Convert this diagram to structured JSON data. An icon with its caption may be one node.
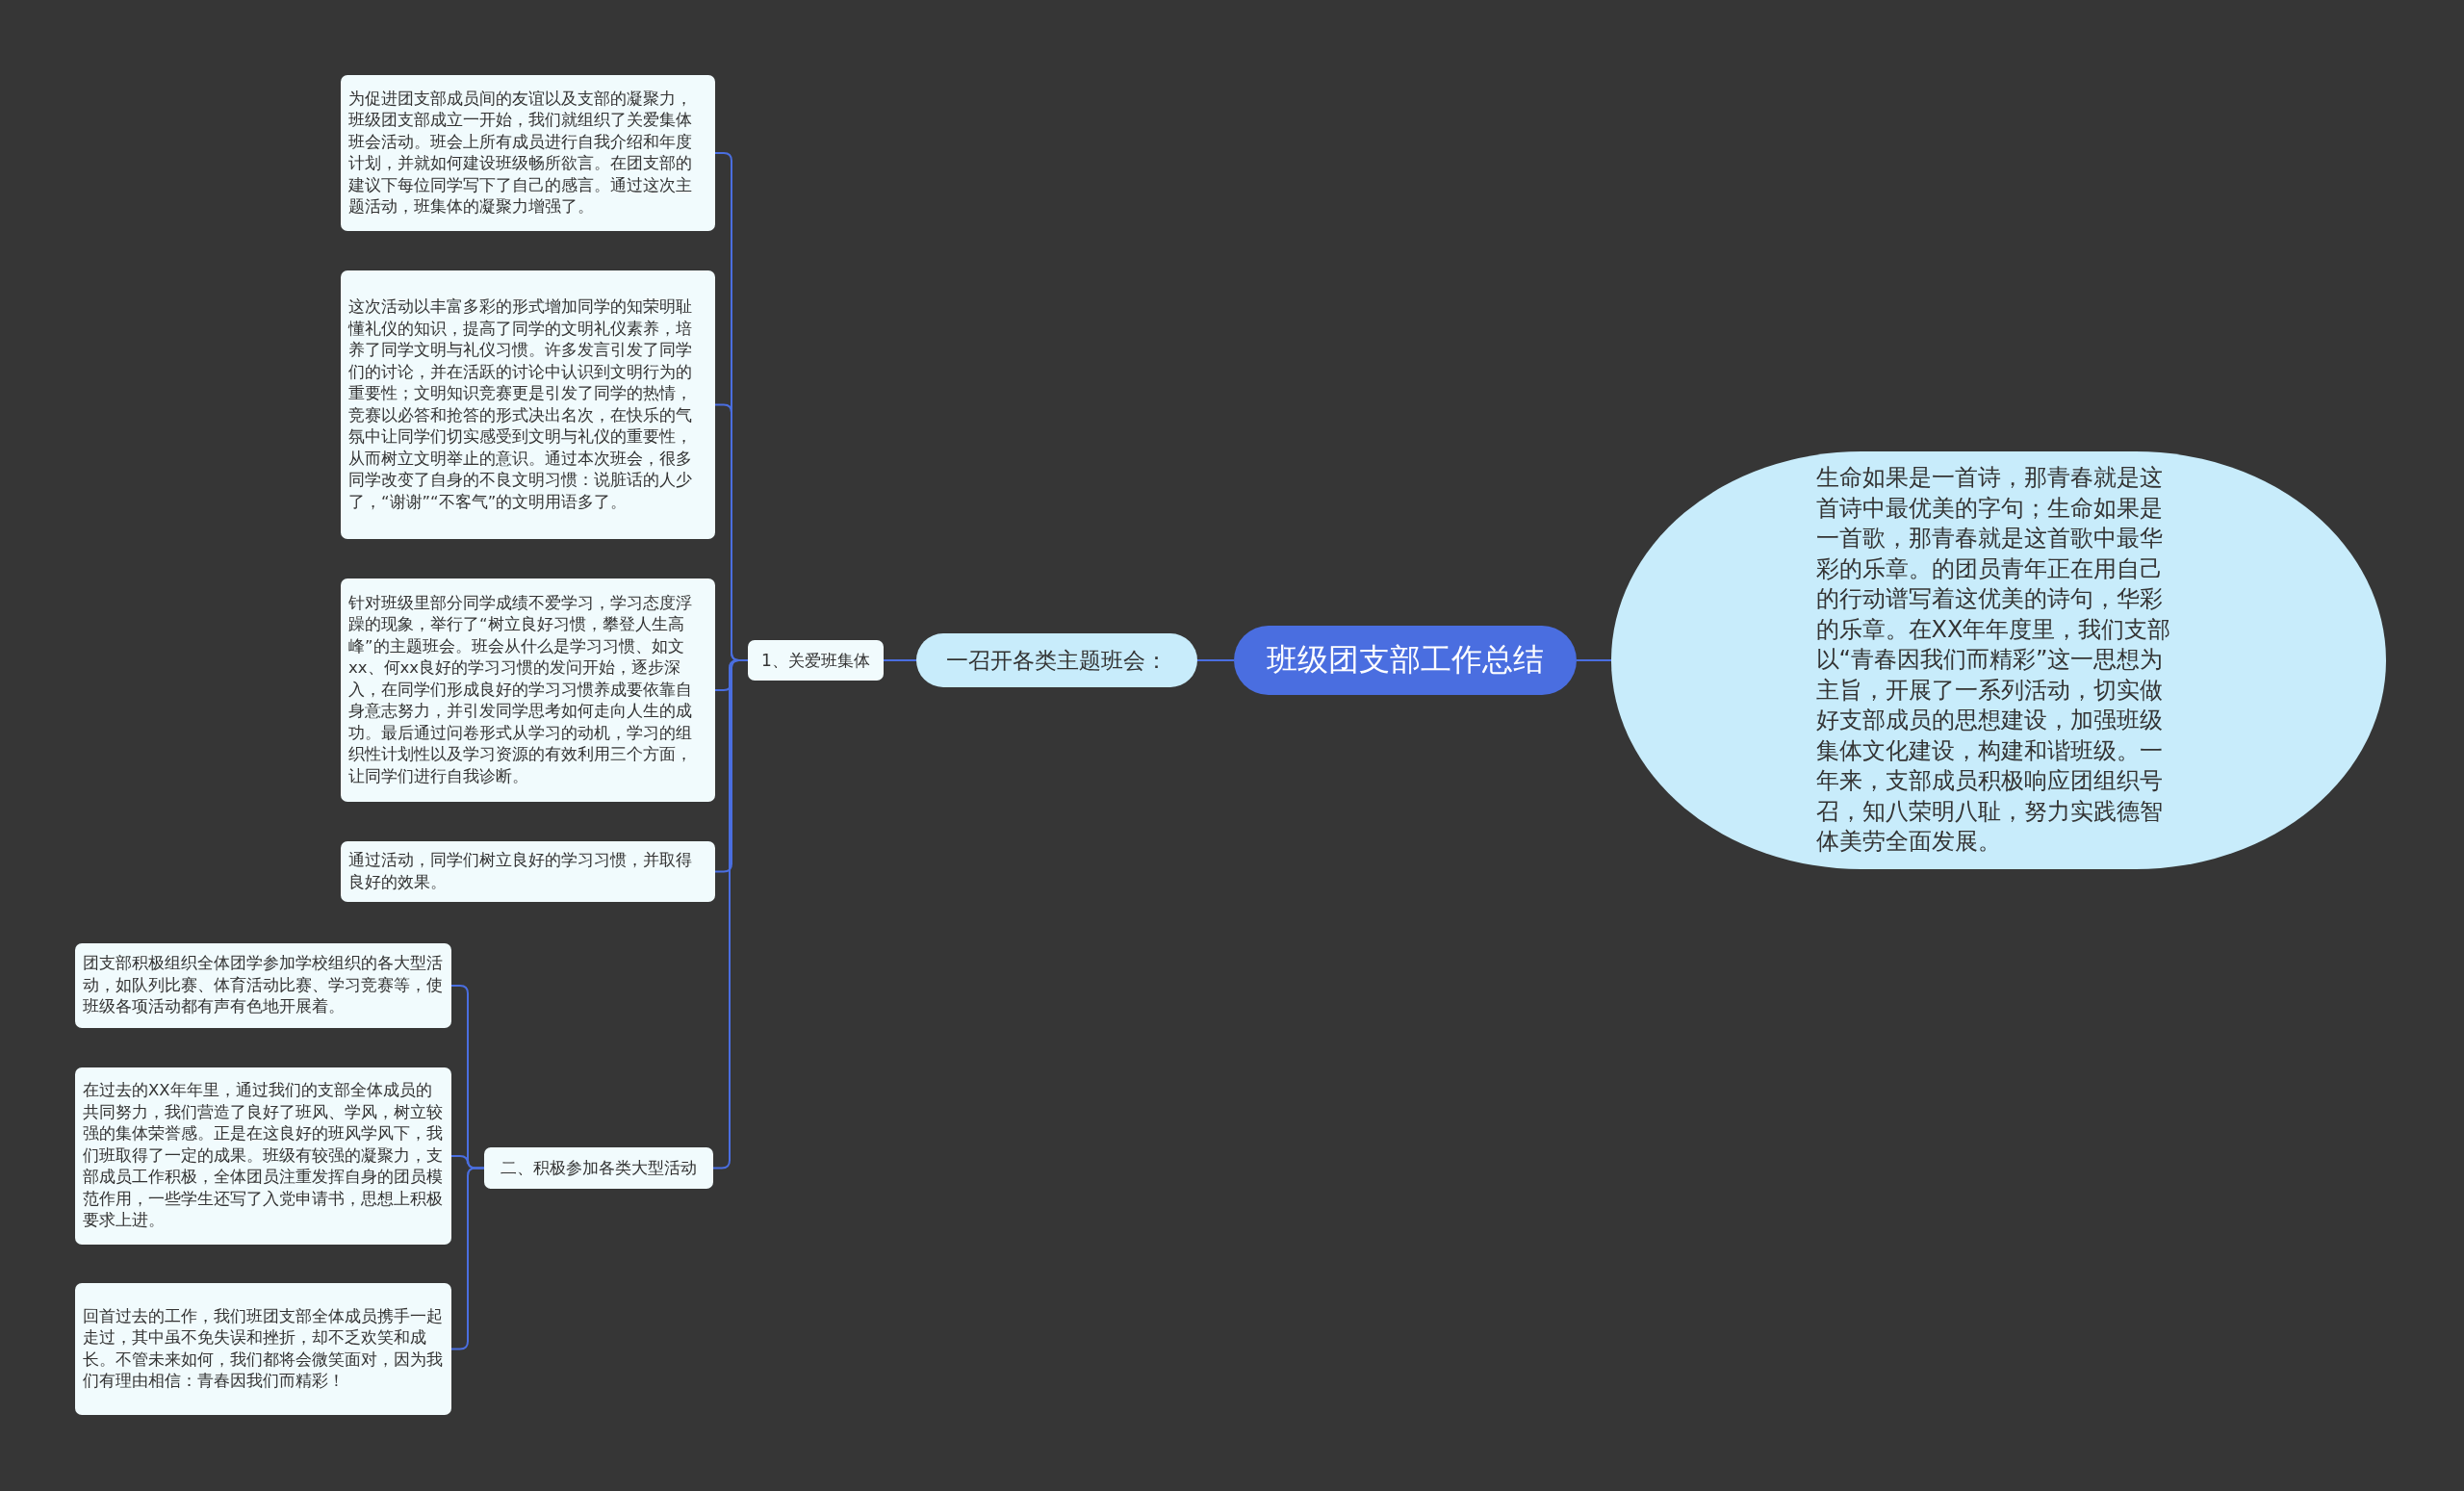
{
  "diagram": {
    "nodes": [
      {
        "text": [
          "班级团支部工作总结"
        ]
      },
      {
        "text": [
          "生命如果是一首诗，那青春就是这首诗中最优美的字句；生命如果是一首歌，那青春就是这首歌中最华彩的乐章。的团员青年正在用自己的行动谱写着这优美的诗句，华彩的乐章。在XX年年度里，我们支部以“青春因我们而精彩”这一思想为主旨，开展了一系列活动，切实做好支部成员的思想建设，加强班级集体文化建设，构建和谐班级。一年来，支部成员积极响应团组织号召，知八荣明八耻，努力实践德智体美劳全面发展。"
        ]
      },
      {
        "text": [
          "一召开各类主题班会："
        ]
      },
      {
        "text": [
          "1、关爱班集体"
        ]
      },
      {
        "text": [
          "为促进团支部成员间的友谊以及支部的凝聚力，班级团支部成立一开始，我们就组织了关爱集体班会活动。班会上所有成员进行自我介绍和年度计划，并就如何建设班级畅所欲言。在团支部的建议下每位同学写下了自己的感言。通过这次主题活动，班集体的凝聚力增强了。"
        ]
      },
      {
        "text": [
          "这次活动以丰富多彩的形式增加同学的知荣明耻懂礼仪的知识，提高了同学的文明礼仪素养，培养了同学文明与礼仪习惯。许多发言引发了同学们的讨论，并在活跃的讨论中认识到文明行为的重要性；文明知识竞赛更是引发了同学的热情，竞赛以必答和抢答的形式决出名次，在快乐的气氛中让同学们切实感受到文明与礼仪的重要性，从而树立文明举止的意识。通过本次班会，很多同学改变了自身的不良文明习惯：说脏话的人少了，“谢谢”“不客气”的文明用语多了。"
        ]
      },
      {
        "text": [
          "针对班级里部分同学成绩不爱学习，学习态度浮躁的现象，举行了“树立良好习惯，攀登人生高峰”的主题班会。班会从什么是学习习惯、如文xx、何xx良好的学习习惯的发问开始，逐步深入，在同学们形成良好的学习习惯养成要依靠自身意志努力，并引发同学思考如何走向人生的成功。最后通过问卷形式从学习的动机，学习的组织性计划性以及学习资源的有效利用三个方面，让同学们进行自我诊断。"
        ]
      },
      {
        "text": [
          "通过活动，同学们树立良好的学习习惯，并取得良好的效果。"
        ]
      },
      {
        "text": [
          "二、积极参加各类大型活动"
        ]
      },
      {
        "text": [
          "团支部积极组织全体团学参加学校组织的各大型活动，如队列比赛、体育活动比赛、学习竞赛等，使班级各项活动都有声有色地开展着。"
        ]
      },
      {
        "text": [
          "在过去的XX年年里，通过我们的支部全体成员的共同努力，我们营造了良好了班风、学风，树立较强的集体荣誉感。正是在这良好的班风学风下，我们班取得了一定的成果。班级有较强的凝聚力，支部成员工作积极，全体团员注重发挥自身的团员模范作用，一些学生还写了入党申请书，思想上积极要求上进。"
        ]
      },
      {
        "text": [
          "回首过去的工作，我们班团支部全体成员携手一起走过，其中虽不免失误和挫折，却不乏欢笑和成长。不管未来如何，我们都将会微笑面对，因为我们有理由相信：青春因我们而精彩！"
        ]
      }
    ],
    "edges": [
      {
        "from": 0,
        "to": 1,
        "arrow": "none"
      },
      {
        "from": 0,
        "to": 2,
        "arrow": "none"
      },
      {
        "from": 2,
        "to": 3,
        "arrow": "none"
      },
      {
        "from": 3,
        "to": 4,
        "arrow": "none"
      },
      {
        "from": 3,
        "to": 5,
        "arrow": "none"
      },
      {
        "from": 3,
        "to": 6,
        "arrow": "none"
      },
      {
        "from": 3,
        "to": 7,
        "arrow": "none"
      },
      {
        "from": 3,
        "to": 8,
        "arrow": "none"
      },
      {
        "from": 8,
        "to": 9,
        "arrow": "none"
      },
      {
        "from": 8,
        "to": 10,
        "arrow": "none"
      },
      {
        "from": 8,
        "to": 11,
        "arrow": "none"
      }
    ]
  }
}
